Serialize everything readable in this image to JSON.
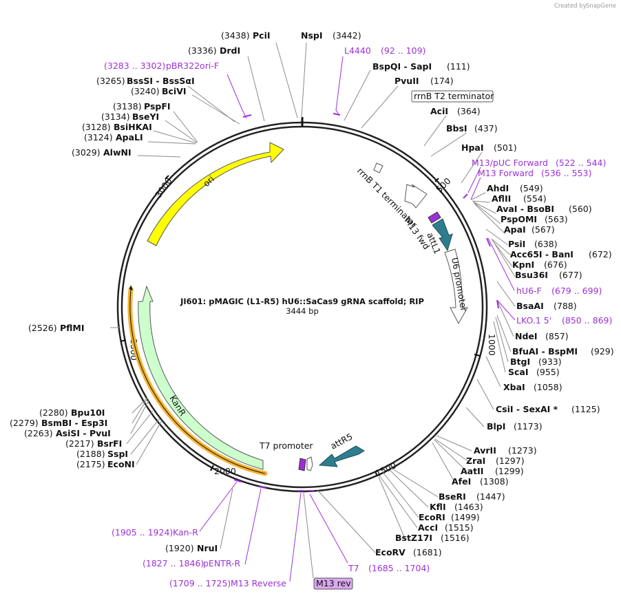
{
  "credit": {
    "prefix": "Created by",
    "brand": "SnapGene"
  },
  "plasmid": {
    "name": "JI601: pMAGIC (L1-R5) hU6::SaCas9 gRNA scaffold; RIP",
    "size": "3444 bp",
    "ticks": [
      "500",
      "1000",
      "1500",
      "2000",
      "2500",
      "3000"
    ]
  },
  "features": {
    "ori": "ori",
    "kanr": "KanR",
    "rrnb_t1": "rrnB T1 terminator",
    "rrnb_t2": "rrnB T2 terminator",
    "m13_fwd": "M13 fwd",
    "attl1": "attL1",
    "u6": "U6 promoter",
    "attr5": "attR5",
    "t7": "T7 promoter",
    "m13_rev": "M13 rev"
  },
  "colors": {
    "ori": "#ffff00",
    "kanr": "#ccffcc",
    "kanr_halo": "#f5b330",
    "att": "#2e7d8f",
    "primer": "#9b30d9"
  },
  "enzymes": [
    {
      "id": "pcii",
      "pos": "(3438)",
      "name": "PciI"
    },
    {
      "id": "nspi",
      "pos": "(3442)",
      "name": "NspI"
    },
    {
      "id": "drdi",
      "pos": "(3336)",
      "name": "DrdI"
    },
    {
      "id": "bspqi",
      "pos": "(111)",
      "name": "BspQI  -  SapI"
    },
    {
      "id": "pvuii",
      "pos": "(174)",
      "name": "PvuII"
    },
    {
      "id": "bsssi",
      "pos": "(3265)",
      "name": "BssSI  -  BssSαI"
    },
    {
      "id": "bcivi",
      "pos": "(3240)",
      "name": "BciVI"
    },
    {
      "id": "acii",
      "pos": "(364)",
      "name": "AciI"
    },
    {
      "id": "pspfi",
      "pos": "(3138)",
      "name": "PspFI"
    },
    {
      "id": "bseyi",
      "pos": "(3134)",
      "name": "BseYI"
    },
    {
      "id": "bsihkai",
      "pos": "(3128)",
      "name": "BsiHKAI"
    },
    {
      "id": "apali",
      "pos": "(3124)",
      "name": "ApaLI"
    },
    {
      "id": "bbsi",
      "pos": "(437)",
      "name": "BbsI"
    },
    {
      "id": "alwni",
      "pos": "(3029)",
      "name": "AlwNI"
    },
    {
      "id": "hpai",
      "pos": "(501)",
      "name": "HpaI"
    },
    {
      "id": "ahdi",
      "pos": "(549)",
      "name": "AhdI"
    },
    {
      "id": "aflii",
      "pos": "(554)",
      "name": "AflII"
    },
    {
      "id": "avai",
      "pos": "(560)",
      "name": "AvaI  -  BsoBI"
    },
    {
      "id": "pspomi",
      "pos": "(563)",
      "name": "PspOMI"
    },
    {
      "id": "apai",
      "pos": "(567)",
      "name": "ApaI"
    },
    {
      "id": "psii",
      "pos": "(638)",
      "name": "PsiI"
    },
    {
      "id": "acc65i",
      "pos": "(672)",
      "name": "Acc65I  -  BanI"
    },
    {
      "id": "kpni",
      "pos": "(676)",
      "name": "KpnI"
    },
    {
      "id": "bsu36i",
      "pos": "(677)",
      "name": "Bsu36I"
    },
    {
      "id": "bsaai",
      "pos": "(788)",
      "name": "BsaAI"
    },
    {
      "id": "pflmi",
      "pos": "(2526)",
      "name": "PflMI"
    },
    {
      "id": "ndei",
      "pos": "(857)",
      "name": "NdeI"
    },
    {
      "id": "bfuai",
      "pos": "(929)",
      "name": "BfuAI  -  BspMI"
    },
    {
      "id": "btgi",
      "pos": "(933)",
      "name": "BtgI"
    },
    {
      "id": "scai",
      "pos": "(955)",
      "name": "ScaI"
    },
    {
      "id": "xbai",
      "pos": "(1058)",
      "name": "XbaI"
    },
    {
      "id": "csii",
      "pos": "(1125)",
      "name": "CsiI  -  SexAI *"
    },
    {
      "id": "blpi",
      "pos": "(1173)",
      "name": "BlpI"
    },
    {
      "id": "bpu10i",
      "pos": "(2280)",
      "name": "Bpu10I"
    },
    {
      "id": "bsmbi",
      "pos": "(2279)",
      "name": "BsmBI  -  Esp3I"
    },
    {
      "id": "asisi",
      "pos": "(2263)",
      "name": "AsiSI  -  PvuI"
    },
    {
      "id": "bsrfi",
      "pos": "(2217)",
      "name": "BsrFI"
    },
    {
      "id": "sspi",
      "pos": "(2188)",
      "name": "SspI"
    },
    {
      "id": "econi",
      "pos": "(2175)",
      "name": "EcoNI"
    },
    {
      "id": "avrii",
      "pos": "(1273)",
      "name": "AvrII"
    },
    {
      "id": "zrai",
      "pos": "(1297)",
      "name": "ZraI"
    },
    {
      "id": "aatii",
      "pos": "(1299)",
      "name": "AatII"
    },
    {
      "id": "afei",
      "pos": "(1308)",
      "name": "AfeI"
    },
    {
      "id": "bseri",
      "pos": "(1447)",
      "name": "BseRI"
    },
    {
      "id": "kfli",
      "pos": "(1463)",
      "name": "KflI"
    },
    {
      "id": "ecori",
      "pos": "(1499)",
      "name": "EcoRI"
    },
    {
      "id": "acci",
      "pos": "(1515)",
      "name": "AccI"
    },
    {
      "id": "bstz17i",
      "pos": "(1516)",
      "name": "BstZ17I"
    },
    {
      "id": "ecorv",
      "pos": "(1681)",
      "name": "EcoRV"
    },
    {
      "id": "nrui",
      "pos": "(1920)",
      "name": "NruI"
    }
  ],
  "primers": [
    {
      "id": "l4440",
      "pos": "(92 .. 109)",
      "name": "L4440"
    },
    {
      "id": "pbr322ori",
      "pos": "(3283 .. 3302)",
      "name": "pBR322ori-F"
    },
    {
      "id": "m13puc",
      "pos": "(522 .. 544)",
      "name": "M13/pUC Forward"
    },
    {
      "id": "m13fwd",
      "pos": "(536 .. 553)",
      "name": "M13 Forward"
    },
    {
      "id": "hu6f",
      "pos": "(679 .. 699)",
      "name": "hU6-F"
    },
    {
      "id": "lko1",
      "pos": "(850 .. 869)",
      "name": "LKO.1 5'"
    },
    {
      "id": "kanr",
      "pos": "(1905 .. 1924)",
      "name": "Kan-R"
    },
    {
      "id": "pentr",
      "pos": "(1827 .. 1846)",
      "name": "pENTR-R"
    },
    {
      "id": "m13rev",
      "pos": "(1709 .. 1725)",
      "name": "M13 Reverse"
    },
    {
      "id": "t7",
      "pos": "(1685 .. 1704)",
      "name": "T7"
    }
  ]
}
